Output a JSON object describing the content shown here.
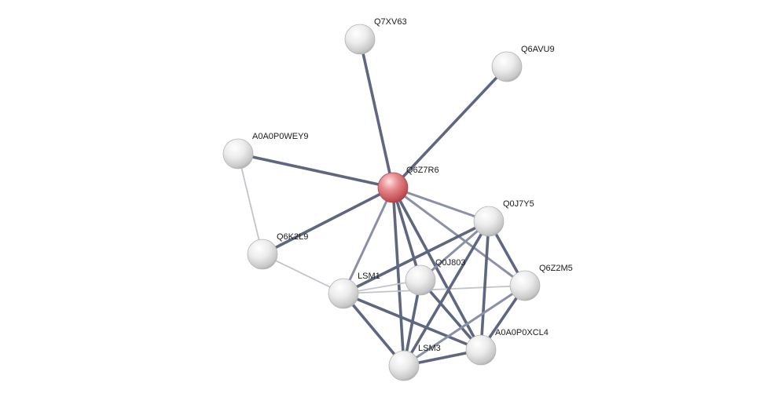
{
  "nodes": [
    {
      "id": "Q7XV63",
      "label": "Q7XV63",
      "query": false
    },
    {
      "id": "Q6AVU9",
      "label": "Q6AVU9",
      "query": false
    },
    {
      "id": "A0A0P0WEY9",
      "label": "A0A0P0WEY9",
      "query": false
    },
    {
      "id": "Q6Z7R6",
      "label": "Q6Z7R6",
      "query": true
    },
    {
      "id": "Q0J7Y5",
      "label": "Q0J7Y5",
      "query": false
    },
    {
      "id": "Q6K2L9",
      "label": "Q6K2L9",
      "query": false
    },
    {
      "id": "Q0J803",
      "label": "Q0J803",
      "query": false
    },
    {
      "id": "LSM1",
      "label": "LSM1",
      "query": false
    },
    {
      "id": "Q6Z2M5",
      "label": "Q6Z2M5",
      "query": false
    },
    {
      "id": "A0A0P0XCL4",
      "label": "A0A0P0XCL4",
      "query": false
    },
    {
      "id": "LSM3",
      "label": "LSM3",
      "query": false
    }
  ],
  "edges": [
    {
      "source": "Q6Z7R6",
      "target": "Q7XV63",
      "strength": "strong"
    },
    {
      "source": "Q6Z7R6",
      "target": "Q6AVU9",
      "strength": "strong"
    },
    {
      "source": "Q6Z7R6",
      "target": "A0A0P0WEY9",
      "strength": "strong"
    },
    {
      "source": "Q6Z7R6",
      "target": "Q6K2L9",
      "strength": "strong"
    },
    {
      "source": "Q6Z7R6",
      "target": "LSM1",
      "strength": "medium"
    },
    {
      "source": "Q6Z7R6",
      "target": "LSM3",
      "strength": "strong"
    },
    {
      "source": "Q6Z7R6",
      "target": "Q0J803",
      "strength": "strong"
    },
    {
      "source": "Q6Z7R6",
      "target": "A0A0P0XCL4",
      "strength": "strong"
    },
    {
      "source": "Q6Z7R6",
      "target": "Q0J7Y5",
      "strength": "medium"
    },
    {
      "source": "Q6Z7R6",
      "target": "Q6Z2M5",
      "strength": "medium"
    },
    {
      "source": "A0A0P0WEY9",
      "target": "Q6K2L9",
      "strength": "weak"
    },
    {
      "source": "Q6K2L9",
      "target": "LSM1",
      "strength": "weak"
    },
    {
      "source": "LSM1",
      "target": "Q0J7Y5",
      "strength": "strong"
    },
    {
      "source": "LSM1",
      "target": "Q0J803",
      "strength": "weak"
    },
    {
      "source": "LSM1",
      "target": "Q6Z2M5",
      "strength": "weak"
    },
    {
      "source": "LSM1",
      "target": "A0A0P0XCL4",
      "strength": "strong"
    },
    {
      "source": "LSM1",
      "target": "LSM3",
      "strength": "strong"
    },
    {
      "source": "Q0J7Y5",
      "target": "Q0J803",
      "strength": "medium"
    },
    {
      "source": "Q0J7Y5",
      "target": "Q6Z2M5",
      "strength": "strong"
    },
    {
      "source": "Q0J7Y5",
      "target": "A0A0P0XCL4",
      "strength": "strong"
    },
    {
      "source": "Q0J7Y5",
      "target": "LSM3",
      "strength": "strong"
    },
    {
      "source": "Q0J803",
      "target": "A0A0P0XCL4",
      "strength": "strong"
    },
    {
      "source": "Q0J803",
      "target": "LSM3",
      "strength": "strong"
    },
    {
      "source": "Q6Z2M5",
      "target": "A0A0P0XCL4",
      "strength": "strong"
    },
    {
      "source": "Q6Z2M5",
      "target": "LSM3",
      "strength": "medium"
    },
    {
      "source": "A0A0P0XCL4",
      "target": "LSM3",
      "strength": "strong"
    }
  ],
  "colors": {
    "edge_strong": "#5f6780",
    "edge_medium": "#8a90a6",
    "edge_weak": "#c2c4cc",
    "node_default": "#e4e4e4",
    "node_query": "#d9757a"
  }
}
